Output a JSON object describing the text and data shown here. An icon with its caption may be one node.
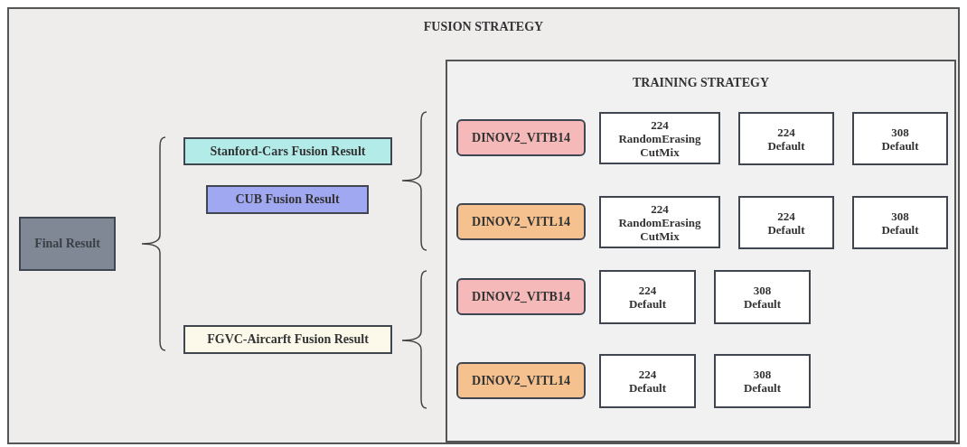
{
  "diagram": {
    "nodes": [
      {
        "text": [
          "FUSION STRATEGY"
        ]
      },
      {
        "text": [
          "Final Result"
        ],
        "in": 0
      },
      {
        "text": [
          "Stanford-Cars Fusion Result"
        ],
        "in": 0
      },
      {
        "text": [
          "CUB Fusion Result"
        ],
        "in": 0
      },
      {
        "text": [
          "FGVC-Aircarft Fusion Result"
        ],
        "in": 0
      },
      {
        "text": [
          "TRAINING STRATEGY"
        ],
        "in": 0
      },
      {
        "text": [
          "DINOV2_VITB14"
        ],
        "in": 5
      },
      {
        "text": [
          "224 RandomErasing CutMix"
        ],
        "in": 5
      },
      {
        "text": [
          "224 Default"
        ],
        "in": 5
      },
      {
        "text": [
          "308 Default"
        ],
        "in": 5
      },
      {
        "text": [
          "DINOV2_VITL14"
        ],
        "in": 5
      },
      {
        "text": [
          "224 RandomErasing CutMix"
        ],
        "in": 5
      },
      {
        "text": [
          "224 Default"
        ],
        "in": 5
      },
      {
        "text": [
          "308 Default"
        ],
        "in": 5
      },
      {
        "text": [
          "DINOV2_VITB14"
        ],
        "in": 5
      },
      {
        "text": [
          "224 Default"
        ],
        "in": 5
      },
      {
        "text": [
          "308 Default"
        ],
        "in": 5
      },
      {
        "text": [
          "DINOV2_VITL14"
        ],
        "in": 5
      },
      {
        "text": [
          "224 Default"
        ],
        "in": 5
      },
      {
        "text": [
          "308 Default"
        ],
        "in": 5
      }
    ]
  }
}
